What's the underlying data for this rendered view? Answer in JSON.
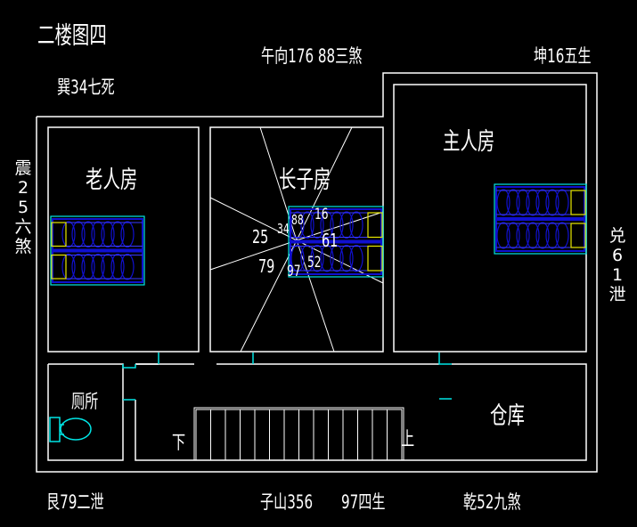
{
  "title": "二楼图四",
  "compass_labels": {
    "top_center": "午向176  88三煞",
    "top_right": "坤16五生",
    "top_left": "巽34七死",
    "left": "震25六煞",
    "right": "兑61泄",
    "bottom_left": "艮79二泄",
    "bottom_center_a": "子山356",
    "bottom_center_b": "97四生",
    "bottom_right": "乾52九煞"
  },
  "rooms": {
    "elder_room": "老人房",
    "eldest_son_room": "长子房",
    "master_room": "主人房",
    "toilet": "厕所",
    "storage": "仓库"
  },
  "stairs": {
    "down": "下",
    "up": "上"
  },
  "center_numbers": {
    "n25": "25",
    "n34": "34",
    "n88": "88",
    "n16": "16",
    "n61": "61",
    "n79": "79",
    "n97": "97",
    "n52": "52"
  },
  "colors": {
    "wall": "#ffffff",
    "fixture": "#00e5e5",
    "bed": "#1010d0",
    "pillow": "#e8e800"
  }
}
